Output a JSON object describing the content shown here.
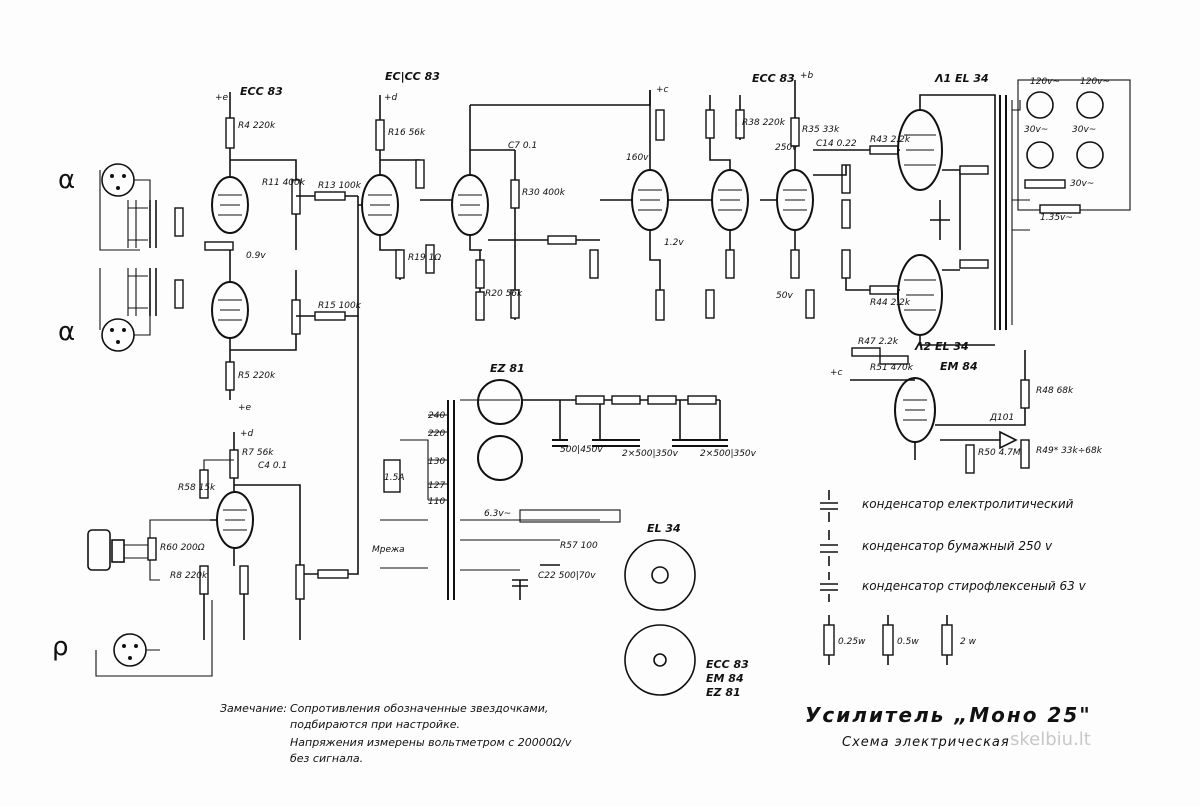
{
  "title": "Усилитель „Моно 25\"",
  "subtitle": "Схема электрическая",
  "watermark": "skelbiu.lt",
  "note": {
    "heading": "Замечание:",
    "lines": [
      "Сопротивления обозначенные звездочками,",
      "подбираются при настройке.",
      "Напряжения измерены вольтметром с 20000Ω/v",
      "без сигнала."
    ]
  },
  "legend": {
    "electrolytic": "конденсатор електролитический",
    "paper": "конденсатор бумажный 250 v",
    "styroflex": "конденсатор стирофлексеный 63 v",
    "res1": "0.25w",
    "res2": "0.5w",
    "res3": "2 w"
  },
  "tubes": {
    "v1": "ECC 83",
    "v2": "EC|CC 83",
    "v3": "ECC 83",
    "out1": "Λ1 EL 34",
    "out2": "Λ2 EL 34",
    "rect": "EZ 81",
    "eye": "EM 84",
    "el34pin": "EL 34",
    "pinlist": [
      "ECC 83",
      "EM 84",
      "EZ 81"
    ]
  },
  "rails": {
    "plus_e": "+e",
    "plus_d": "+d",
    "plus_c": "+c",
    "plus_b": "+b"
  },
  "components": {
    "r4": "R4 220k",
    "r5": "R5 220k",
    "r7": "R7 56k",
    "r8": "R8 220k",
    "r11": "R11 400k",
    "r13": "R13 100k",
    "r15": "R15 100k",
    "r16": "R16 56k",
    "r19": "R19 1Ω",
    "r20": "R20 56k",
    "r30": "R30 400k",
    "r35": "R35 33k",
    "r38": "R38 220k",
    "r43": "R43 2.2k",
    "r44": "R44 2.2k",
    "r47": "R47 2.2k",
    "r48": "R48 68k",
    "r49": "R49* 33k÷68k",
    "r50": "R50 4.7M",
    "r51": "R51 470k",
    "r57": "R57 100",
    "r58": "R58 15k",
    "r60": "R60 200Ω",
    "c4": "C4 0.1",
    "c7": "C7 0.1",
    "c14": "C14 0.22",
    "c22": "C22 500|70v",
    "c29": "500|450v",
    "c30": "2×500|350v",
    "c31": "2×500|350v",
    "d101": "Д101",
    "taps": [
      "240",
      "220",
      "130",
      "127",
      "110"
    ],
    "fuse": "1.5A",
    "mains": "Мрежа",
    "heater": "6.3v~",
    "out_taps": [
      "120v~",
      "120v~",
      "30v~",
      "30v~",
      "30v~",
      "1.35v~"
    ],
    "volts": [
      "0.9v",
      "160v",
      "250v",
      "1.2v",
      "50v"
    ]
  }
}
